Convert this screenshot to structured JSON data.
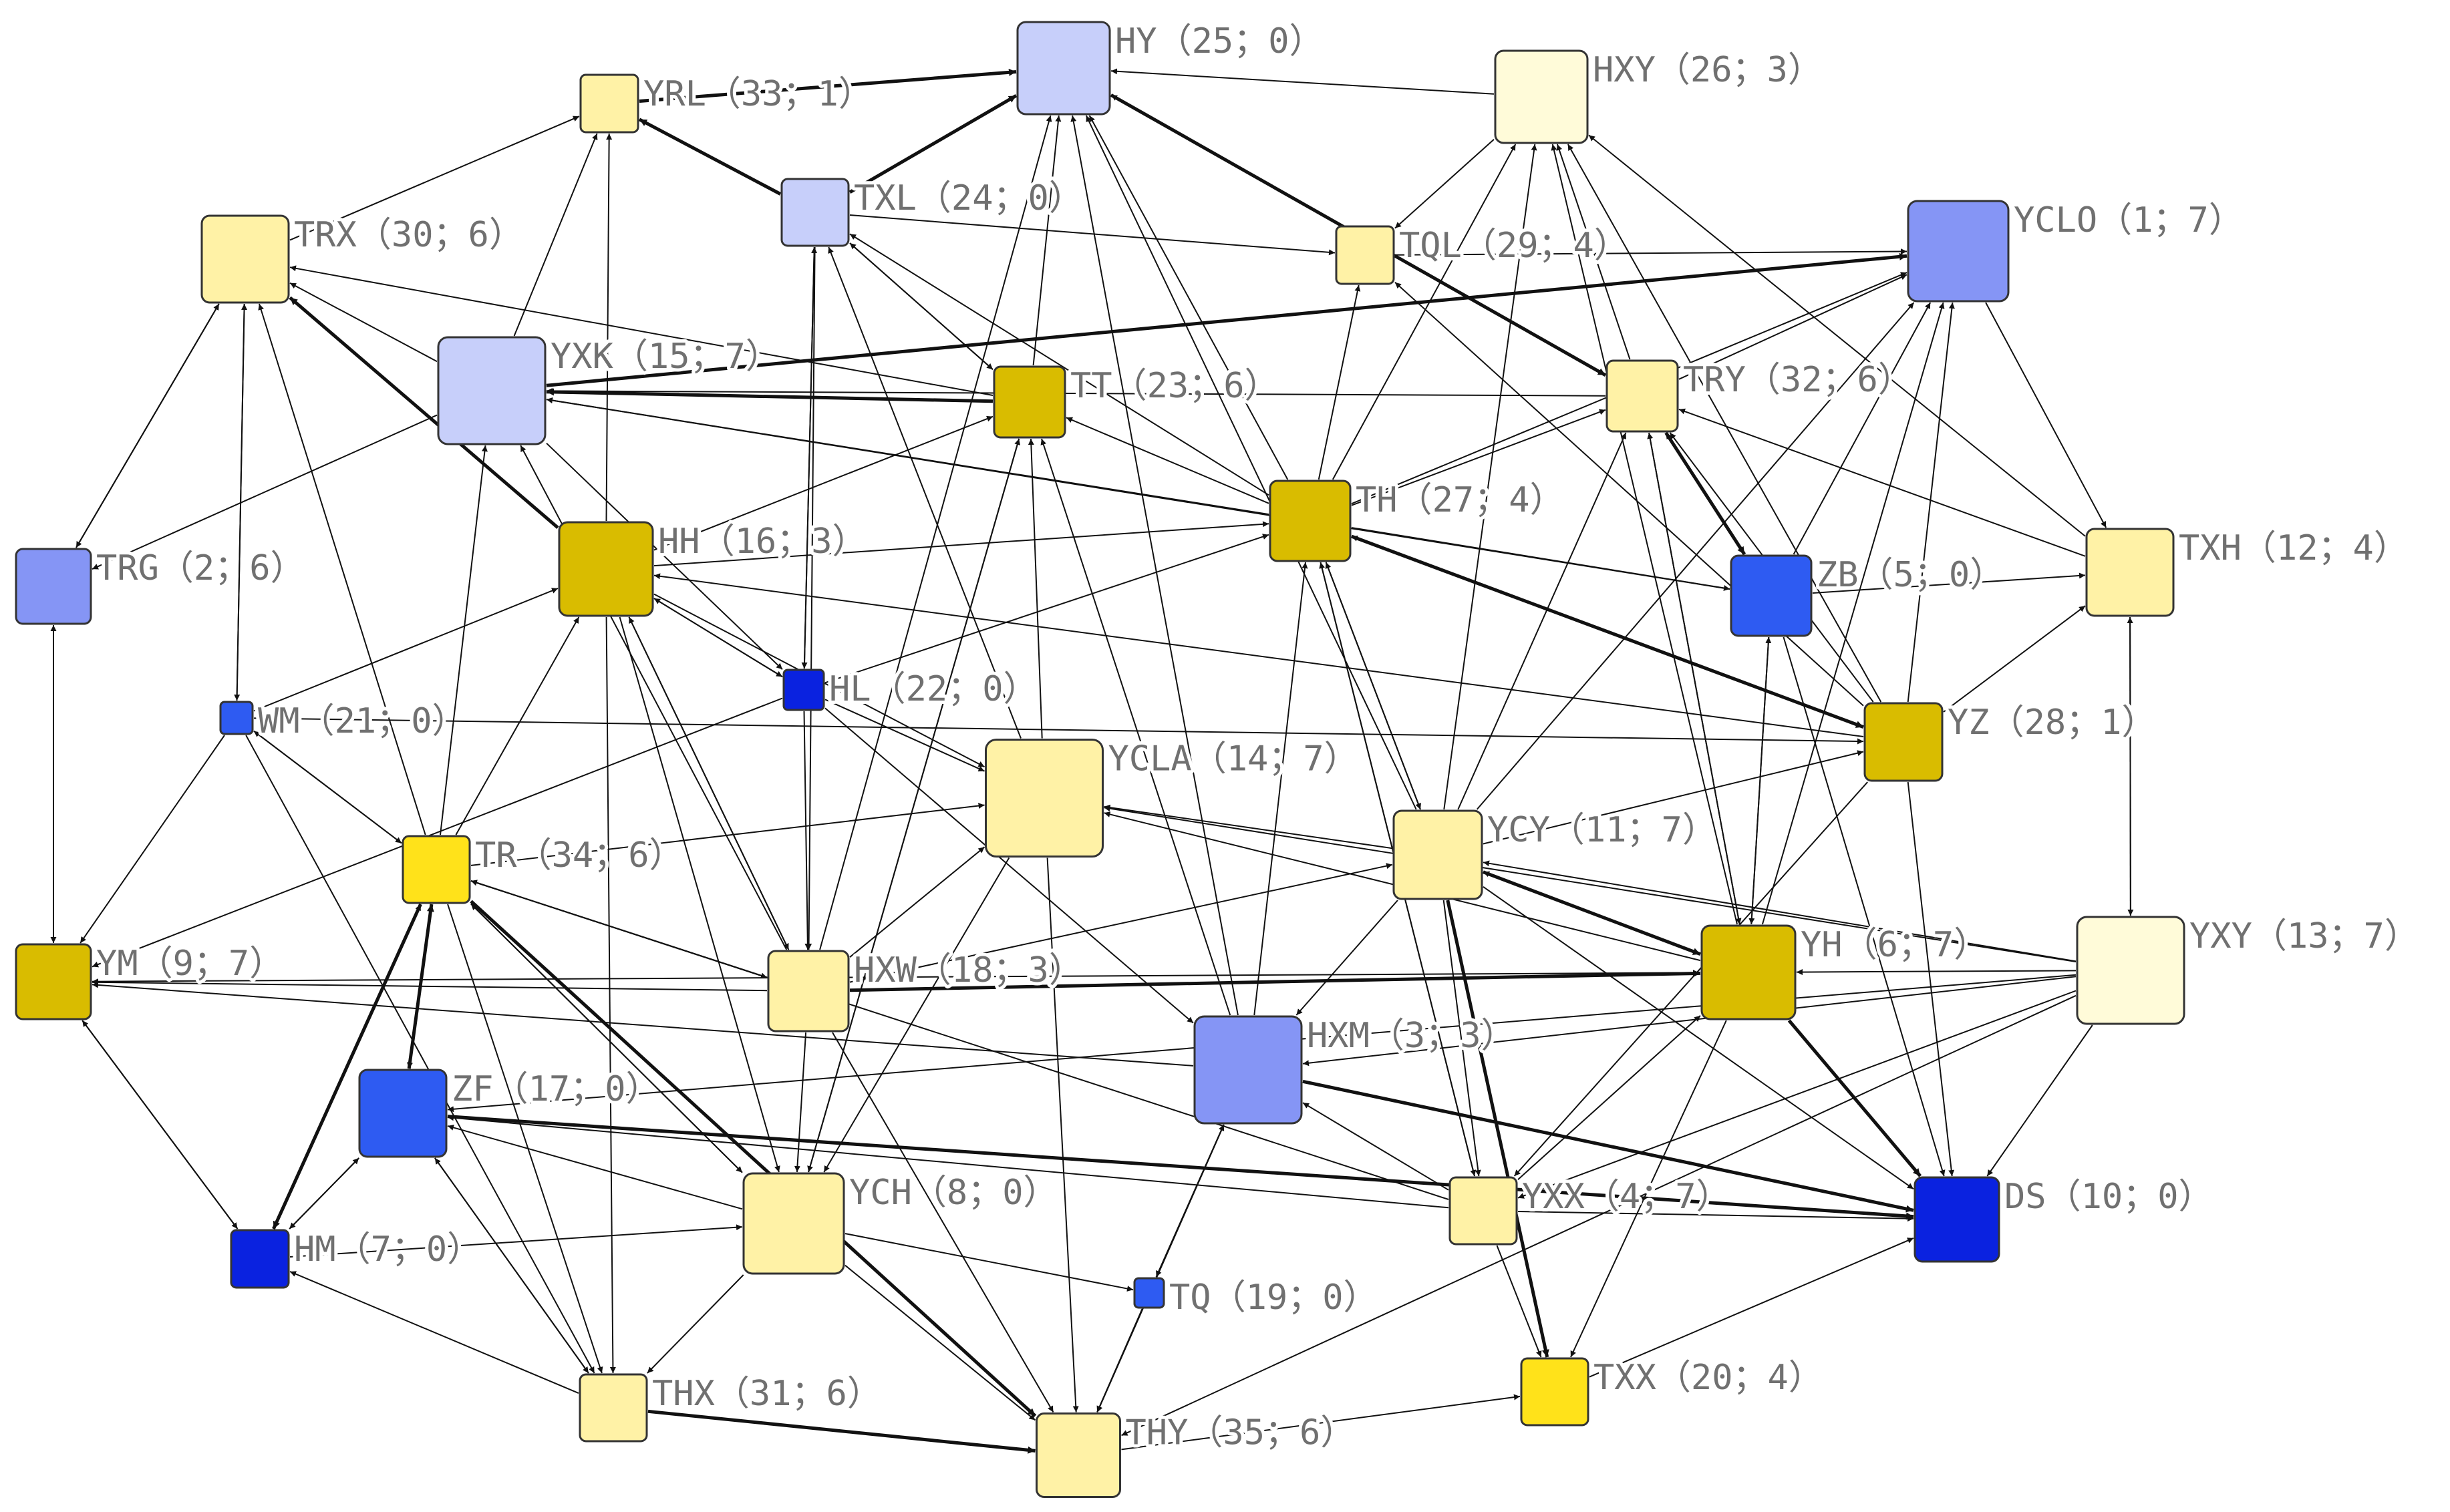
{
  "colors": {
    "edge": "#111111",
    "node_stroke": "#333333",
    "label": "#707070",
    "palette": {
      "pale_cream": "#FFFBD9",
      "light_yellow": "#FFF2A6",
      "gold": "#D9BC00",
      "bright_yellow": "#FFE21A",
      "pale_blue": "#C7CFFA",
      "periwinkle": "#8595F5",
      "royal_blue": "#2E5BF2",
      "deep_blue": "#0A22E0"
    }
  },
  "nodes": [
    {
      "id": "HY",
      "label": "HY（25；0）",
      "color": "pale_blue"
    },
    {
      "id": "HXY",
      "label": "HXY（26；3）",
      "color": "pale_cream"
    },
    {
      "id": "YRL",
      "label": "YRL（33；1）",
      "color": "light_yellow"
    },
    {
      "id": "TXL",
      "label": "TXL（24；0）",
      "color": "pale_blue"
    },
    {
      "id": "YCLO",
      "label": "YCLO（1；7）",
      "color": "periwinkle"
    },
    {
      "id": "TRX",
      "label": "TRX（30；6）",
      "color": "light_yellow"
    },
    {
      "id": "TQL",
      "label": "TQL（29；4）",
      "color": "light_yellow"
    },
    {
      "id": "YXK",
      "label": "YXK（15；7）",
      "color": "pale_blue"
    },
    {
      "id": "TT",
      "label": "TT（23；6）",
      "color": "gold"
    },
    {
      "id": "TRY",
      "label": "TRY（32；6）",
      "color": "light_yellow"
    },
    {
      "id": "TRG",
      "label": "TRG（2；6）",
      "color": "periwinkle"
    },
    {
      "id": "HH",
      "label": "HH（16；3）",
      "color": "gold"
    },
    {
      "id": "TH",
      "label": "TH（27；4）",
      "color": "gold"
    },
    {
      "id": "ZB",
      "label": "ZB（5；0）",
      "color": "royal_blue"
    },
    {
      "id": "TXH",
      "label": "TXH（12；4）",
      "color": "light_yellow"
    },
    {
      "id": "HL",
      "label": "HL（22；0）",
      "color": "deep_blue"
    },
    {
      "id": "WM",
      "label": "WM（21；0）",
      "color": "royal_blue"
    },
    {
      "id": "YZ",
      "label": "YZ（28；1）",
      "color": "gold"
    },
    {
      "id": "YCLA",
      "label": "YCLA（14；7）",
      "color": "light_yellow"
    },
    {
      "id": "YCY",
      "label": "YCY（11；7）",
      "color": "light_yellow"
    },
    {
      "id": "TR",
      "label": "TR（34；6）",
      "color": "bright_yellow"
    },
    {
      "id": "YM",
      "label": "YM（9；7）",
      "color": "gold"
    },
    {
      "id": "HXW",
      "label": "HXW（18；3）",
      "color": "light_yellow"
    },
    {
      "id": "YH",
      "label": "YH（6；7）",
      "color": "gold"
    },
    {
      "id": "YXY",
      "label": "YXY（13；7）",
      "color": "pale_cream"
    },
    {
      "id": "HXM",
      "label": "HXM（3；3）",
      "color": "periwinkle"
    },
    {
      "id": "ZF",
      "label": "ZF（17；0）",
      "color": "royal_blue"
    },
    {
      "id": "YCH",
      "label": "YCH（8；0）",
      "color": "light_yellow"
    },
    {
      "id": "YXX",
      "label": "YXX（4；7）",
      "color": "light_yellow"
    },
    {
      "id": "DS",
      "label": "DS（10；0）",
      "color": "deep_blue"
    },
    {
      "id": "HM",
      "label": "HM（7；0）",
      "color": "deep_blue"
    },
    {
      "id": "TQ",
      "label": "TQ（19；0）",
      "color": "royal_blue"
    },
    {
      "id": "THX",
      "label": "THX（31；6）",
      "color": "light_yellow"
    },
    {
      "id": "THY",
      "label": "THY（35；6）",
      "color": "light_yellow"
    },
    {
      "id": "TXX",
      "label": "TXX（20；4）",
      "color": "bright_yellow"
    }
  ],
  "edges": [
    {
      "from": "YRL",
      "to": "HY"
    },
    {
      "from": "TXL",
      "to": "HY"
    },
    {
      "from": "TXL",
      "to": "YRL"
    },
    {
      "from": "TRX",
      "to": "YRL"
    },
    {
      "from": "YXK",
      "to": "YRL"
    },
    {
      "from": "HH",
      "to": "YRL"
    },
    {
      "from": "TT",
      "to": "HY"
    },
    {
      "from": "TH",
      "to": "HY"
    },
    {
      "from": "TRY",
      "to": "HY"
    },
    {
      "from": "HXM",
      "to": "HY"
    },
    {
      "from": "HXW",
      "to": "HY"
    },
    {
      "from": "YCY",
      "to": "HY"
    },
    {
      "from": "HXY",
      "to": "HY"
    },
    {
      "from": "YCY",
      "to": "HXY"
    },
    {
      "from": "TRY",
      "to": "HXY"
    },
    {
      "from": "TXH",
      "to": "HXY"
    },
    {
      "from": "TH",
      "to": "HXY"
    },
    {
      "from": "YZ",
      "to": "HXY"
    },
    {
      "from": "YH",
      "to": "HXY"
    },
    {
      "from": "TT",
      "to": "TXL"
    },
    {
      "from": "YCLA",
      "to": "TXL"
    },
    {
      "from": "HL",
      "to": "TXL"
    },
    {
      "from": "TH",
      "to": "TXL"
    },
    {
      "from": "TQL",
      "to": "YCLO"
    },
    {
      "from": "TRY",
      "to": "YCLO"
    },
    {
      "from": "YXK",
      "to": "YCLO"
    },
    {
      "from": "ZB",
      "to": "YCLO"
    },
    {
      "from": "YZ",
      "to": "YCLO"
    },
    {
      "from": "YH",
      "to": "YCLO"
    },
    {
      "from": "YCY",
      "to": "YCLO"
    },
    {
      "from": "TH",
      "to": "YCLO"
    },
    {
      "from": "YCLO",
      "to": "TXH"
    },
    {
      "from": "TXL",
      "to": "TQL"
    },
    {
      "from": "TH",
      "to": "TQL"
    },
    {
      "from": "YZ",
      "to": "TQL"
    },
    {
      "from": "TRG",
      "to": "TRX"
    },
    {
      "from": "HH",
      "to": "TRX"
    },
    {
      "from": "YXK",
      "to": "TRX"
    },
    {
      "from": "TT",
      "to": "TRX"
    },
    {
      "from": "TR",
      "to": "TRX"
    },
    {
      "from": "WM",
      "to": "TRX"
    },
    {
      "from": "TT",
      "to": "YXK"
    },
    {
      "from": "TH",
      "to": "YXK"
    },
    {
      "from": "TRY",
      "to": "YXK"
    },
    {
      "from": "HXW",
      "to": "YXK"
    },
    {
      "from": "TR",
      "to": "YXK"
    },
    {
      "from": "ZB",
      "to": "YXK"
    },
    {
      "from": "TH",
      "to": "TT"
    },
    {
      "from": "YCLA",
      "to": "TT"
    },
    {
      "from": "HXM",
      "to": "TT"
    },
    {
      "from": "YCH",
      "to": "TT"
    },
    {
      "from": "HH",
      "to": "TT"
    },
    {
      "from": "TH",
      "to": "TRY"
    },
    {
      "from": "YCY",
      "to": "TRY"
    },
    {
      "from": "YH",
      "to": "TRY"
    },
    {
      "from": "ZB",
      "to": "TRY"
    },
    {
      "from": "TXH",
      "to": "TRY"
    },
    {
      "from": "YZ",
      "to": "TRY"
    },
    {
      "from": "TRY",
      "to": "ZB"
    },
    {
      "from": "TRX",
      "to": "TRG"
    },
    {
      "from": "YXK",
      "to": "TRG"
    },
    {
      "from": "YM",
      "to": "TRG"
    },
    {
      "from": "TRG",
      "to": "YM"
    },
    {
      "from": "HL",
      "to": "HH"
    },
    {
      "from": "TR",
      "to": "HH"
    },
    {
      "from": "HXW",
      "to": "HH"
    },
    {
      "from": "YZ",
      "to": "HH"
    },
    {
      "from": "WM",
      "to": "HH"
    },
    {
      "from": "HH",
      "to": "TH"
    },
    {
      "from": "YCY",
      "to": "TH"
    },
    {
      "from": "HXM",
      "to": "TH"
    },
    {
      "from": "YZ",
      "to": "TH"
    },
    {
      "from": "YXX",
      "to": "TH"
    },
    {
      "from": "HL",
      "to": "TH"
    },
    {
      "from": "YH",
      "to": "ZB"
    },
    {
      "from": "TH",
      "to": "ZB"
    },
    {
      "from": "YXY",
      "to": "TXH"
    },
    {
      "from": "TXH",
      "to": "YXY"
    },
    {
      "from": "YZ",
      "to": "TXH"
    },
    {
      "from": "ZB",
      "to": "TXH"
    },
    {
      "from": "HH",
      "to": "HL"
    },
    {
      "from": "TXL",
      "to": "HL"
    },
    {
      "from": "YXK",
      "to": "HL"
    },
    {
      "from": "TRX",
      "to": "WM"
    },
    {
      "from": "TR",
      "to": "WM"
    },
    {
      "from": "TH",
      "to": "YZ"
    },
    {
      "from": "WM",
      "to": "YZ"
    },
    {
      "from": "YCY",
      "to": "YZ"
    },
    {
      "from": "HL",
      "to": "YCLA"
    },
    {
      "from": "YCY",
      "to": "YCLA"
    },
    {
      "from": "YH",
      "to": "YCLA"
    },
    {
      "from": "HXW",
      "to": "YCLA"
    },
    {
      "from": "TR",
      "to": "YCLA"
    },
    {
      "from": "HH",
      "to": "YCLA"
    },
    {
      "from": "YXY",
      "to": "YCLA"
    },
    {
      "from": "TH",
      "to": "YCY"
    },
    {
      "from": "YH",
      "to": "YCY"
    },
    {
      "from": "YXY",
      "to": "YCY"
    },
    {
      "from": "HXW",
      "to": "YCY"
    },
    {
      "from": "WM",
      "to": "TR"
    },
    {
      "from": "ZF",
      "to": "TR"
    },
    {
      "from": "YCH",
      "to": "TR"
    },
    {
      "from": "HM",
      "to": "TR"
    },
    {
      "from": "HXW",
      "to": "TR"
    },
    {
      "from": "YXX",
      "to": "TR"
    },
    {
      "from": "WM",
      "to": "YM"
    },
    {
      "from": "HL",
      "to": "YM"
    },
    {
      "from": "HXW",
      "to": "YM"
    },
    {
      "from": "HXM",
      "to": "YM"
    },
    {
      "from": "YH",
      "to": "YM"
    },
    {
      "from": "YM",
      "to": "HM"
    },
    {
      "from": "HM",
      "to": "YM"
    },
    {
      "from": "HH",
      "to": "HXW"
    },
    {
      "from": "HL",
      "to": "HXW"
    },
    {
      "from": "TXL",
      "to": "HXW"
    },
    {
      "from": "TR",
      "to": "HXW"
    },
    {
      "from": "YXY",
      "to": "YH"
    },
    {
      "from": "YCY",
      "to": "YH"
    },
    {
      "from": "ZB",
      "to": "YH"
    },
    {
      "from": "TRY",
      "to": "YH"
    },
    {
      "from": "HXW",
      "to": "YH"
    },
    {
      "from": "YXX",
      "to": "YH"
    },
    {
      "from": "YXY",
      "to": "HXM"
    },
    {
      "from": "YCY",
      "to": "HXM"
    },
    {
      "from": "HL",
      "to": "HXM"
    },
    {
      "from": "TQ",
      "to": "HXM"
    },
    {
      "from": "YXX",
      "to": "HXM"
    },
    {
      "from": "TR",
      "to": "ZF"
    },
    {
      "from": "YXX",
      "to": "ZF"
    },
    {
      "from": "HM",
      "to": "ZF"
    },
    {
      "from": "THX",
      "to": "ZF"
    },
    {
      "from": "YCH",
      "to": "ZF"
    },
    {
      "from": "YXY",
      "to": "ZF"
    },
    {
      "from": "HH",
      "to": "YCH"
    },
    {
      "from": "TR",
      "to": "YCH"
    },
    {
      "from": "HXW",
      "to": "YCH"
    },
    {
      "from": "HM",
      "to": "YCH"
    },
    {
      "from": "TT",
      "to": "YCH"
    },
    {
      "from": "YCY",
      "to": "YXX"
    },
    {
      "from": "YXY",
      "to": "YXX"
    },
    {
      "from": "TH",
      "to": "YXX"
    },
    {
      "from": "YZ",
      "to": "YXX"
    },
    {
      "from": "YH",
      "to": "DS"
    },
    {
      "from": "YXX",
      "to": "DS"
    },
    {
      "from": "YCY",
      "to": "DS"
    },
    {
      "from": "ZB",
      "to": "DS"
    },
    {
      "from": "YXY",
      "to": "DS"
    },
    {
      "from": "HXM",
      "to": "DS"
    },
    {
      "from": "YZ",
      "to": "DS"
    },
    {
      "from": "ZF",
      "to": "DS"
    },
    {
      "from": "TR",
      "to": "HM"
    },
    {
      "from": "ZF",
      "to": "HM"
    },
    {
      "from": "THX",
      "to": "HM"
    },
    {
      "from": "YCH",
      "to": "TQ"
    },
    {
      "from": "HXM",
      "to": "TQ"
    },
    {
      "from": "TR",
      "to": "THX"
    },
    {
      "from": "HH",
      "to": "THX"
    },
    {
      "from": "ZF",
      "to": "THX"
    },
    {
      "from": "YCH",
      "to": "THX"
    },
    {
      "from": "WM",
      "to": "THX"
    },
    {
      "from": "THX",
      "to": "THY"
    },
    {
      "from": "YCH",
      "to": "THY"
    },
    {
      "from": "HXW",
      "to": "THY"
    },
    {
      "from": "TR",
      "to": "THY"
    },
    {
      "from": "HXM",
      "to": "THY"
    },
    {
      "from": "YCLA",
      "to": "THY"
    },
    {
      "from": "THY",
      "to": "TXX"
    },
    {
      "from": "YXX",
      "to": "TXX"
    },
    {
      "from": "YCY",
      "to": "TXX"
    },
    {
      "from": "YH",
      "to": "TXX"
    },
    {
      "from": "TXX",
      "to": "DS"
    },
    {
      "from": "YXY",
      "to": "THY"
    },
    {
      "from": "HXY",
      "to": "TQL"
    },
    {
      "from": "TQ",
      "to": "THY"
    },
    {
      "from": "YCLA",
      "to": "YCH"
    },
    {
      "from": "TXL",
      "to": "TT"
    },
    {
      "from": "HY",
      "to": "TRY"
    }
  ],
  "bold_edges": [
    {
      "from": "TXL",
      "to": "HY"
    },
    {
      "from": "YRL",
      "to": "HY"
    },
    {
      "from": "HY",
      "to": "TRY"
    },
    {
      "from": "TXL",
      "to": "YRL"
    },
    {
      "from": "TT",
      "to": "YXK"
    },
    {
      "from": "YXK",
      "to": "YCLO"
    },
    {
      "from": "HH",
      "to": "TRX"
    },
    {
      "from": "TR",
      "to": "THY"
    },
    {
      "from": "THX",
      "to": "THY"
    },
    {
      "from": "TR",
      "to": "HM"
    },
    {
      "from": "ZF",
      "to": "TR"
    },
    {
      "from": "YM",
      "to": "DS"
    },
    {
      "from": "HXM",
      "to": "DS"
    },
    {
      "from": "YH",
      "to": "DS"
    },
    {
      "from": "TRY",
      "to": "ZB"
    },
    {
      "from": "YCY",
      "to": "YH"
    },
    {
      "from": "TH",
      "to": "YZ"
    },
    {
      "from": "YCY",
      "to": "TXX"
    },
    {
      "from": "HXW",
      "to": "YH"
    },
    {
      "from": "ZF",
      "to": "DS"
    }
  ]
}
